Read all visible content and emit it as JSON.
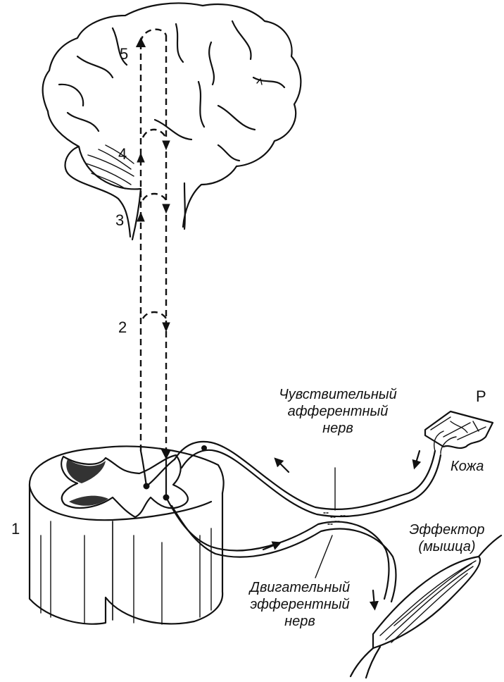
{
  "labels": {
    "n1": "1",
    "n2": "2",
    "n3": "3",
    "n4": "4",
    "n5": "5",
    "p": "Р",
    "sensory_nerve": [
      "Чувствительный",
      "афферентный",
      "нерв"
    ],
    "motor_nerve": [
      "Двигательный",
      "эфферентный",
      "нерв"
    ],
    "skin": "Кожа",
    "effector": [
      "Эффектор",
      "(мышца)"
    ]
  }
}
